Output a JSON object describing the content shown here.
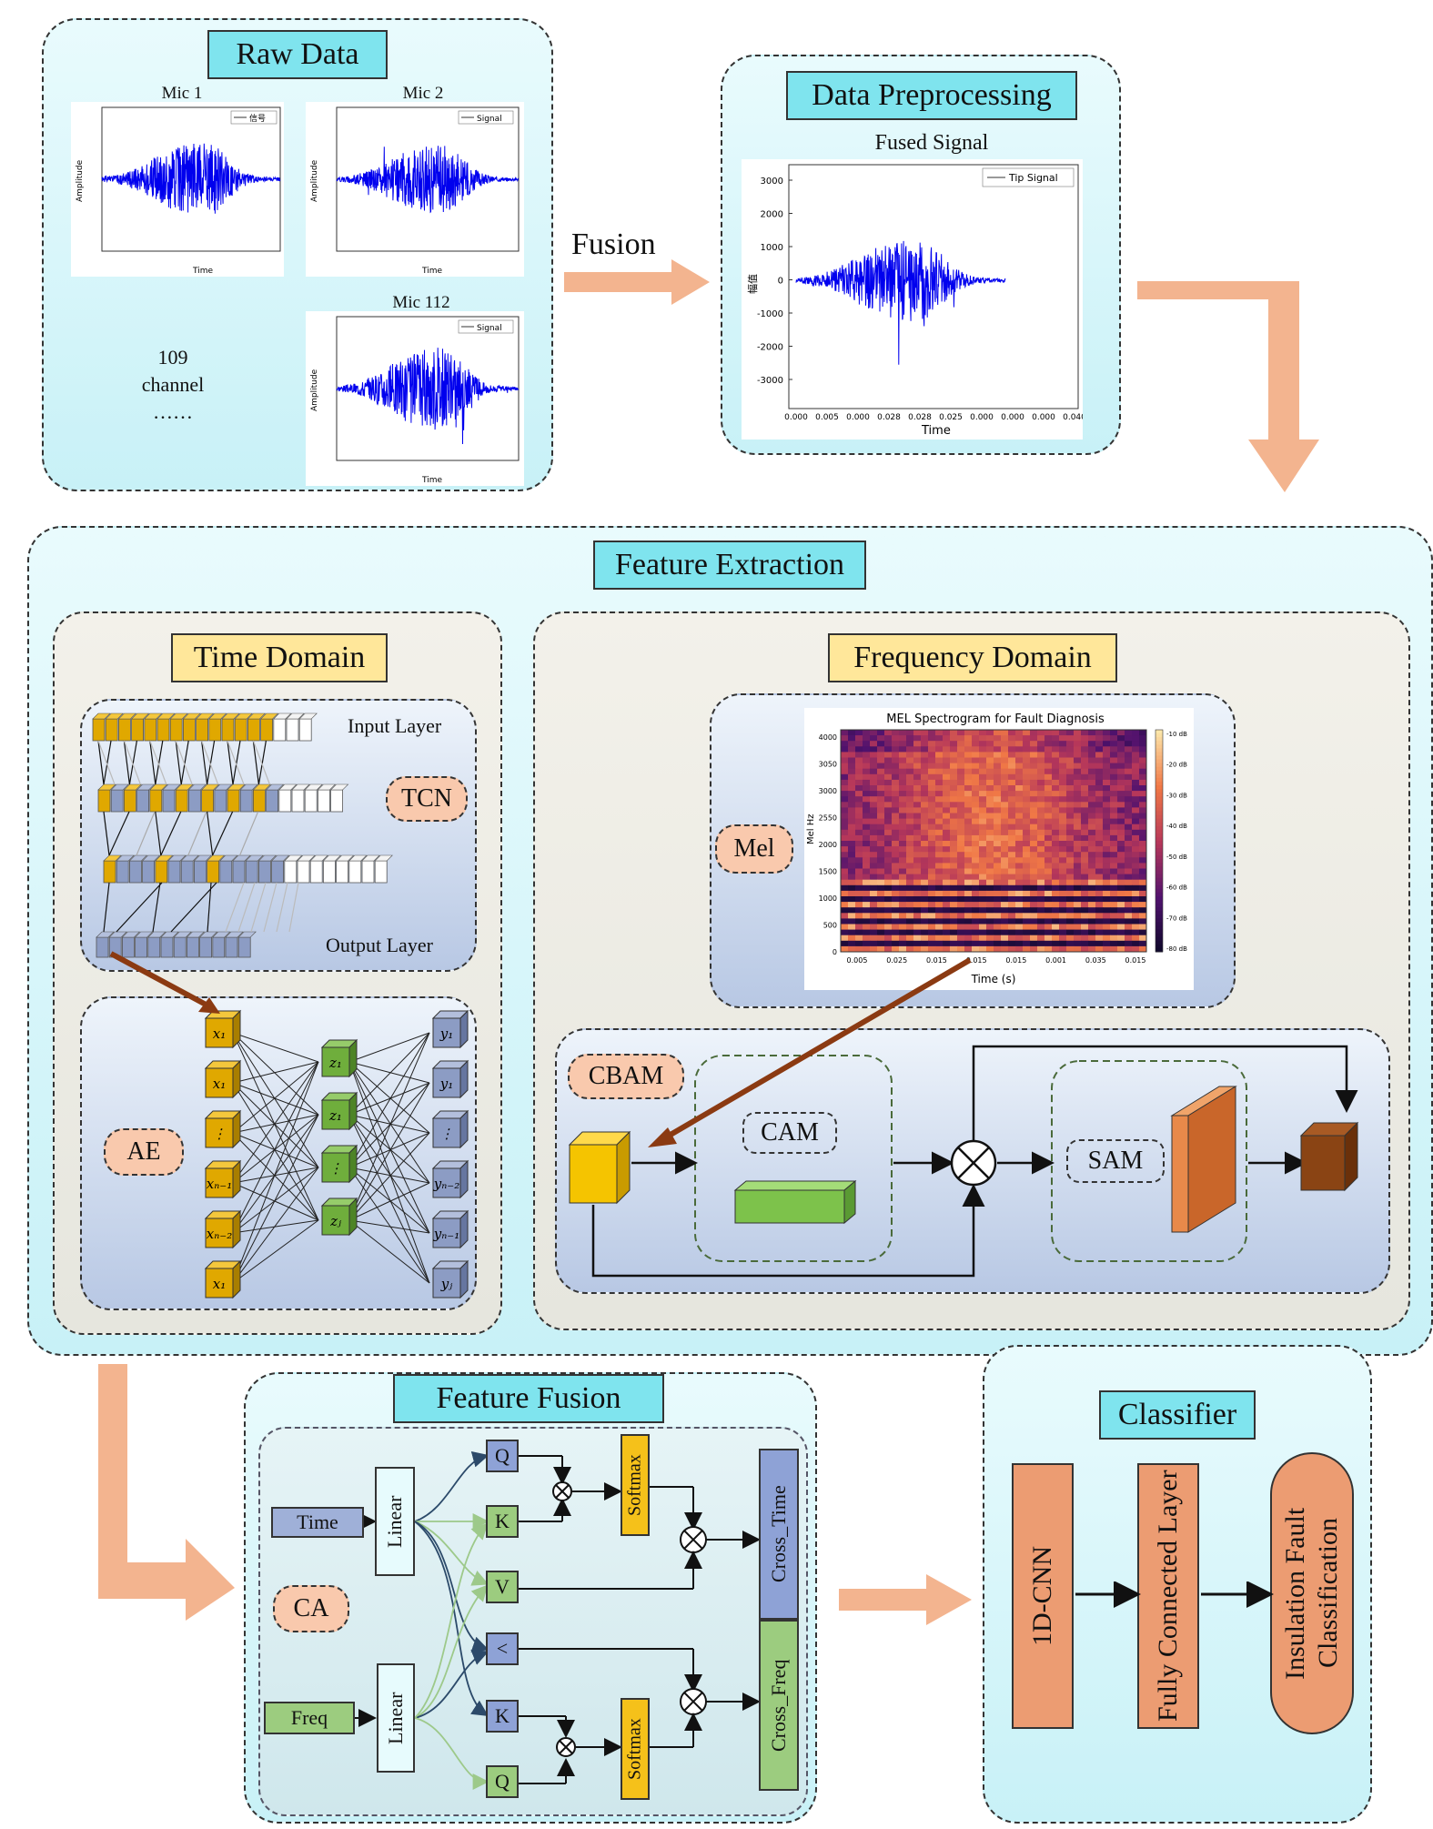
{
  "raw_data": {
    "title": "Raw Data",
    "plots": [
      {
        "title": "Mic 1",
        "legend": "信号",
        "xlabel": "Time",
        "ylabel": "Amplitude"
      },
      {
        "title": "Mic 2",
        "legend": "Signal",
        "xlabel": "Time",
        "ylabel": "Amplitude"
      },
      {
        "title": "Mic 112",
        "legend": "Signal",
        "xlabel": "Time",
        "ylabel": "Amplitude"
      }
    ],
    "channel_note": [
      "109",
      "channel",
      "……"
    ]
  },
  "fusion_label": "Fusion",
  "preprocessing": {
    "title": "Data Preprocessing",
    "plot_title": "Fused Signal",
    "legend": "Tip Signal",
    "xlabel": "Time",
    "ylabel": "幅值",
    "y_ticks": [
      "3000",
      "2000",
      "1000",
      "0",
      "-1000",
      "-2000",
      "-3000"
    ],
    "x_ticks": [
      "0.000",
      "0.005",
      "0.000",
      "0.028",
      "0.028",
      "0.025",
      "0.000",
      "0.000",
      "0.000",
      "0.040"
    ]
  },
  "feature_extraction": {
    "title": "Feature Extraction",
    "time_domain": {
      "title": "Time Domain",
      "tcn": {
        "input_layer": "Input Layer",
        "tag": "TCN",
        "output_layer": "Output Layer"
      },
      "ae": {
        "tag": "AE",
        "x_nodes": [
          "x₁",
          "x₁",
          "⋮",
          "xₙ₋₁",
          "xₙ₋₂",
          "x₁"
        ],
        "z_nodes": [
          "z₁",
          "z₁",
          "⋮",
          "zⱼ"
        ],
        "y_nodes": [
          "y₁",
          "y₁",
          "⋮",
          "yₙ₋₂",
          "yₙ₋₁",
          "yⱼ"
        ]
      }
    },
    "frequency_domain": {
      "title": "Frequency Domain",
      "mel": {
        "tag": "Mel",
        "spec_title": "MEL Spectrogram for Fault Diagnosis",
        "ylabel": "Mel Hz",
        "xlabel": "Time (s)",
        "y_ticks": [
          "4000",
          "3050",
          "3000",
          "2550",
          "2000",
          "1500",
          "1000",
          "500",
          "0"
        ],
        "x_ticks": [
          "0.005",
          "0.025",
          "0.015",
          "0.015",
          "0.015",
          "0.001",
          "0.035",
          "0.015"
        ],
        "cbar_ticks": [
          "-10 dB",
          "-20 dB",
          "-30 dB",
          "-40 dB",
          "-50 dB",
          "-60 dB",
          "-70 dB",
          "-80 dB"
        ]
      },
      "cbam": {
        "tag": "CBAM",
        "cam": "CAM",
        "sam": "SAM"
      }
    }
  },
  "feature_fusion": {
    "title": "Feature Fusion",
    "ca": "CA",
    "time": "Time",
    "freq": "Freq",
    "linear": "Linear",
    "q": "Q",
    "k": "K",
    "v": "V",
    "v2": "<",
    "softmax": "Softmax",
    "cross_time": "Cross_Time",
    "cross_freq": "Cross_Freq"
  },
  "classifier": {
    "title": "Classifier",
    "cnn": "1D-CNN",
    "fc": "Fully Connected Layer",
    "out": "Insulation Fault Classification"
  },
  "colors": {
    "cyan_title": "#7fe4ee",
    "yellow_title": "#ffe79a",
    "arrow": "#f3b48f",
    "signal": "#0000ee"
  }
}
